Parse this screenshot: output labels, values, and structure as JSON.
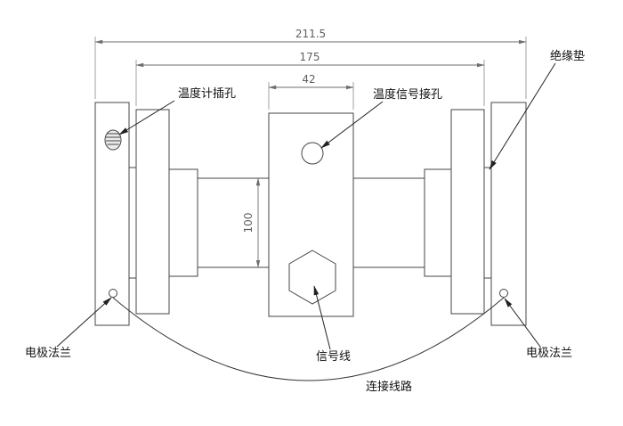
{
  "drawing": {
    "dimensions": {
      "overall_width": "211.5",
      "flange_span": "175",
      "body_width": "42",
      "shaft_height": "100"
    },
    "labels": {
      "thermometer_hole": "温度计插孔",
      "temperature_signal_hole": "温度信号接孔",
      "insulation_pad": "绝缘垫",
      "electrode_flange_left": "电极法兰",
      "electrode_flange_right": "电极法兰",
      "signal_wire": "信号线",
      "connection_circuit": "连接线路"
    },
    "colors": {
      "outline": "#444444",
      "dimension": "#6e6e6e",
      "label_text": "#111111",
      "background": "#ffffff"
    }
  }
}
